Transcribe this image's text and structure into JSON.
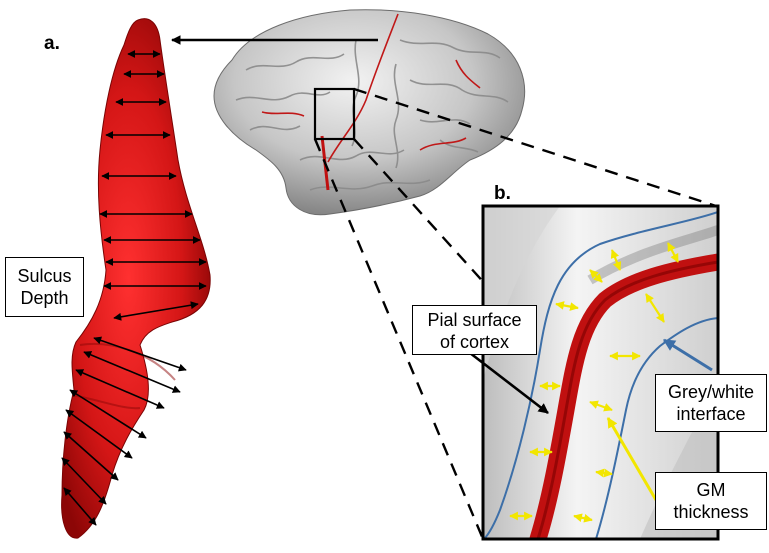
{
  "panels": {
    "a_label": "a.",
    "b_label": "b."
  },
  "labels": {
    "sulcus_depth": [
      "Sulcus",
      "Depth"
    ],
    "pial_surface": [
      "Pial surface",
      "of cortex"
    ],
    "grey_white": [
      "Grey/white",
      "interface"
    ],
    "gm_thickness": [
      "GM",
      "thickness"
    ]
  },
  "colors": {
    "sulcus_red": "#d41616",
    "pial_red": "#c01010",
    "interface_blue": "#3d6fa8",
    "thickness_yellow": "#f2e600",
    "brain_grey": "#c8c8c8"
  }
}
